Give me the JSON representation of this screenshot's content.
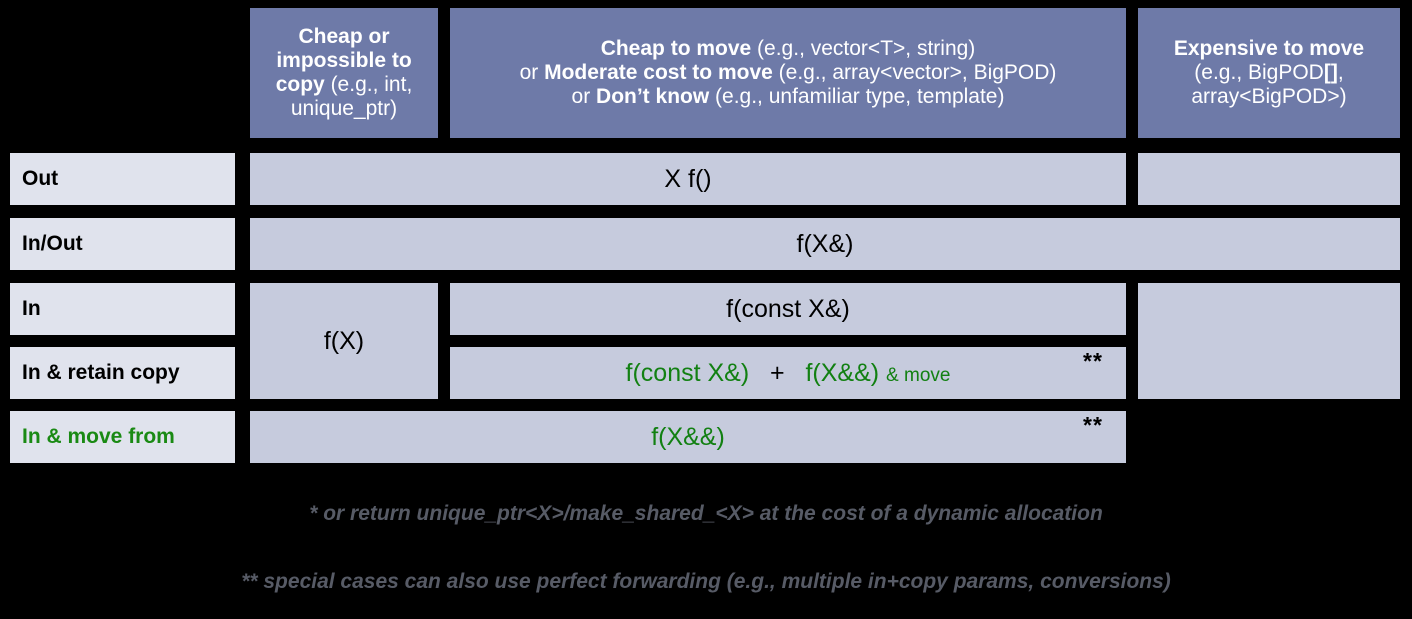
{
  "figure": {
    "title": "C++ parameter passing / return guidelines matrix",
    "palette": {
      "header_bg": "#6e7aa8",
      "row_label_bg": "#e0e3ed",
      "cell_bg": "#c6cbdd",
      "green": "#128012",
      "page_bg": "#000000",
      "footnote_gray": "#575b66"
    }
  },
  "header": {
    "corner": "",
    "columns": [
      {
        "id": "cheap-copy",
        "lines": [
          {
            "bold": "Cheap or impossible to copy",
            "normal": " (e.g., int, unique_ptr)"
          }
        ],
        "plain": "Cheap or impossible to copy (e.g., int, unique_ptr)"
      },
      {
        "id": "cheap-move",
        "line1_bold": "Cheap to move",
        "line1_rest": " (e.g., vector<T>, string)",
        "line2_prefix": "or ",
        "line2_bold": "Moderate cost to move",
        "line2_rest": " (e.g., array<vector>, BigPOD)",
        "line3_prefix": "or ",
        "line3_bold": "Don’t know",
        "line3_rest": " (e.g., unfamiliar type, template)",
        "plain": "Cheap to move (e.g., vector<T>, string) or Moderate cost to move (e.g., array<vector>, BigPOD) or Don’t know (e.g., unfamiliar type, template)"
      },
      {
        "id": "expensive-move",
        "line1_bold": "Expensive to move",
        "line2": "(e.g., BigPOD[],",
        "line3": "array<BigPOD>)",
        "plain": "Expensive to move (e.g., BigPOD[], array<BigPOD>)"
      }
    ]
  },
  "rows": [
    {
      "id": "out",
      "label": "Out",
      "green_label": false
    },
    {
      "id": "in-out",
      "label": "In/Out",
      "green_label": false
    },
    {
      "id": "in",
      "label": "In",
      "green_label": false
    },
    {
      "id": "in-retain-copy",
      "label": "In & retain copy",
      "green_label": false
    },
    {
      "id": "in-move-from",
      "label": "In & move from",
      "green_label": true
    }
  ],
  "cells": {
    "out_span": {
      "text": "X f()",
      "color": "black"
    },
    "inout_span": {
      "text": "f(X&)",
      "color": "black"
    },
    "in_cheapcopy_span": {
      "text": "f(X)",
      "color": "black"
    },
    "in_cheapmove": {
      "text": "f(const X&)",
      "color": "black"
    },
    "retain_copy": {
      "part1": "f(const X&)",
      "plus": "+",
      "part2": "f(X&&)",
      "part3": "& move",
      "marker": "**",
      "color": "green"
    },
    "move_from": {
      "text": "f(X&&)",
      "marker": "**",
      "color": "green"
    }
  },
  "footnotes": [
    {
      "id": "single-star",
      "text": "* or return unique_ptr<X>/make_shared_<X> at the cost of a dynamic allocation"
    },
    {
      "id": "double-star",
      "text": "** special cases can also use perfect forwarding (e.g., multiple in+copy params, conversions)"
    }
  ]
}
